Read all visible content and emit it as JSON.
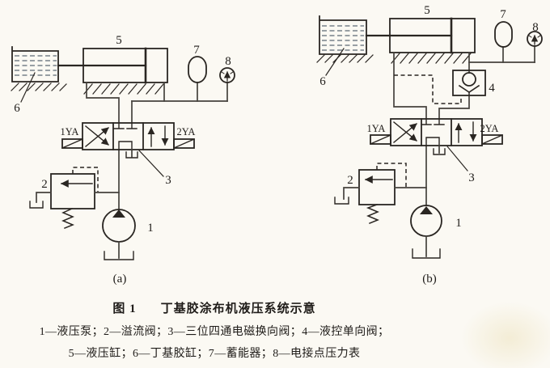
{
  "page": {
    "background_color": "#fbf9f3",
    "line_color": "#2a2622",
    "liquid_line_color": "#5d6a76"
  },
  "caption": {
    "figure_label": "图 1",
    "figure_title": "丁基胶涂布机液压系统示意",
    "legend_line1": "1—液压泵；2—溢流阀；3—三位四通电磁换向阀；4—液控单向阀；",
    "legend_line2": "5—液压缸；6—丁基胶缸；7—蓄能器；8—电接点压力表",
    "legend_items": [
      {
        "ref": "1",
        "name": "液压泵"
      },
      {
        "ref": "2",
        "name": "溢流阀"
      },
      {
        "ref": "3",
        "name": "三位四通电磁换向阀"
      },
      {
        "ref": "4",
        "name": "液控单向阀"
      },
      {
        "ref": "5",
        "name": "液压缸"
      },
      {
        "ref": "6",
        "name": "丁基胶缸"
      },
      {
        "ref": "7",
        "name": "蓄能器"
      },
      {
        "ref": "8",
        "name": "电接点压力表"
      }
    ]
  },
  "diagram_a": {
    "sublabel": "(a)",
    "solenoid_left": "1YA",
    "solenoid_right": "2YA",
    "ref_pump": "1",
    "ref_relief_valve": "2",
    "ref_directional_valve": "3",
    "ref_cylinder": "5",
    "ref_glue_tank": "6",
    "ref_accumulator": "7",
    "ref_pressure_gauge": "8"
  },
  "diagram_b": {
    "sublabel": "(b)",
    "solenoid_left": "1YA",
    "solenoid_right": "2YA",
    "ref_pump": "1",
    "ref_relief_valve": "2",
    "ref_directional_valve": "3",
    "ref_check_valve": "4",
    "ref_cylinder": "5",
    "ref_glue_tank": "6",
    "ref_accumulator": "7",
    "ref_pressure_gauge": "8"
  }
}
